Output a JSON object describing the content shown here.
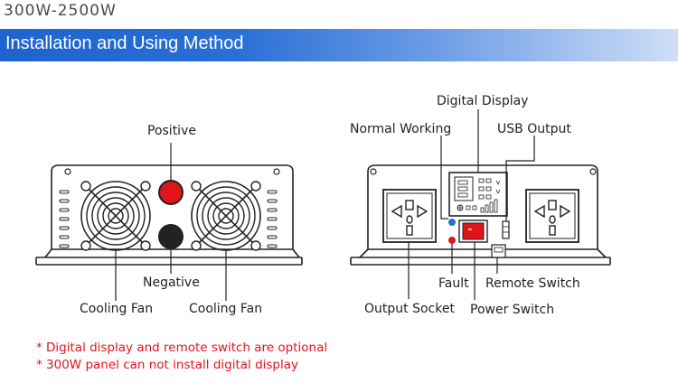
{
  "header": {
    "range": "300W-2500W",
    "banner_title": "Installation and Using Method"
  },
  "left_panel": {
    "labels": {
      "positive": "Positive",
      "negative": "Negative",
      "cooling_fan_left": "Cooling  Fan",
      "cooling_fan_right": "Cooling  Fan"
    }
  },
  "right_panel": {
    "labels": {
      "digital_display": "Digital Display",
      "normal_working": "Normal Working",
      "usb_output": "USB Output",
      "fault": "Fault",
      "remote_switch": "Remote Switch",
      "output_socket": "Output Socket",
      "power_switch": "Power Switch"
    }
  },
  "notes": [
    "* Digital display and remote switch are optional",
    "* 300W panel can not install digital display"
  ],
  "colors": {
    "banner_start": "#1f63cf",
    "banner_end": "#cfdff7",
    "positive_terminal": "#e0141b",
    "negative_terminal": "#222222",
    "power_switch": "#e0141b",
    "normal_led": "#1e73d8",
    "fault_led": "#e0141b",
    "note_text": "#e0141b"
  }
}
